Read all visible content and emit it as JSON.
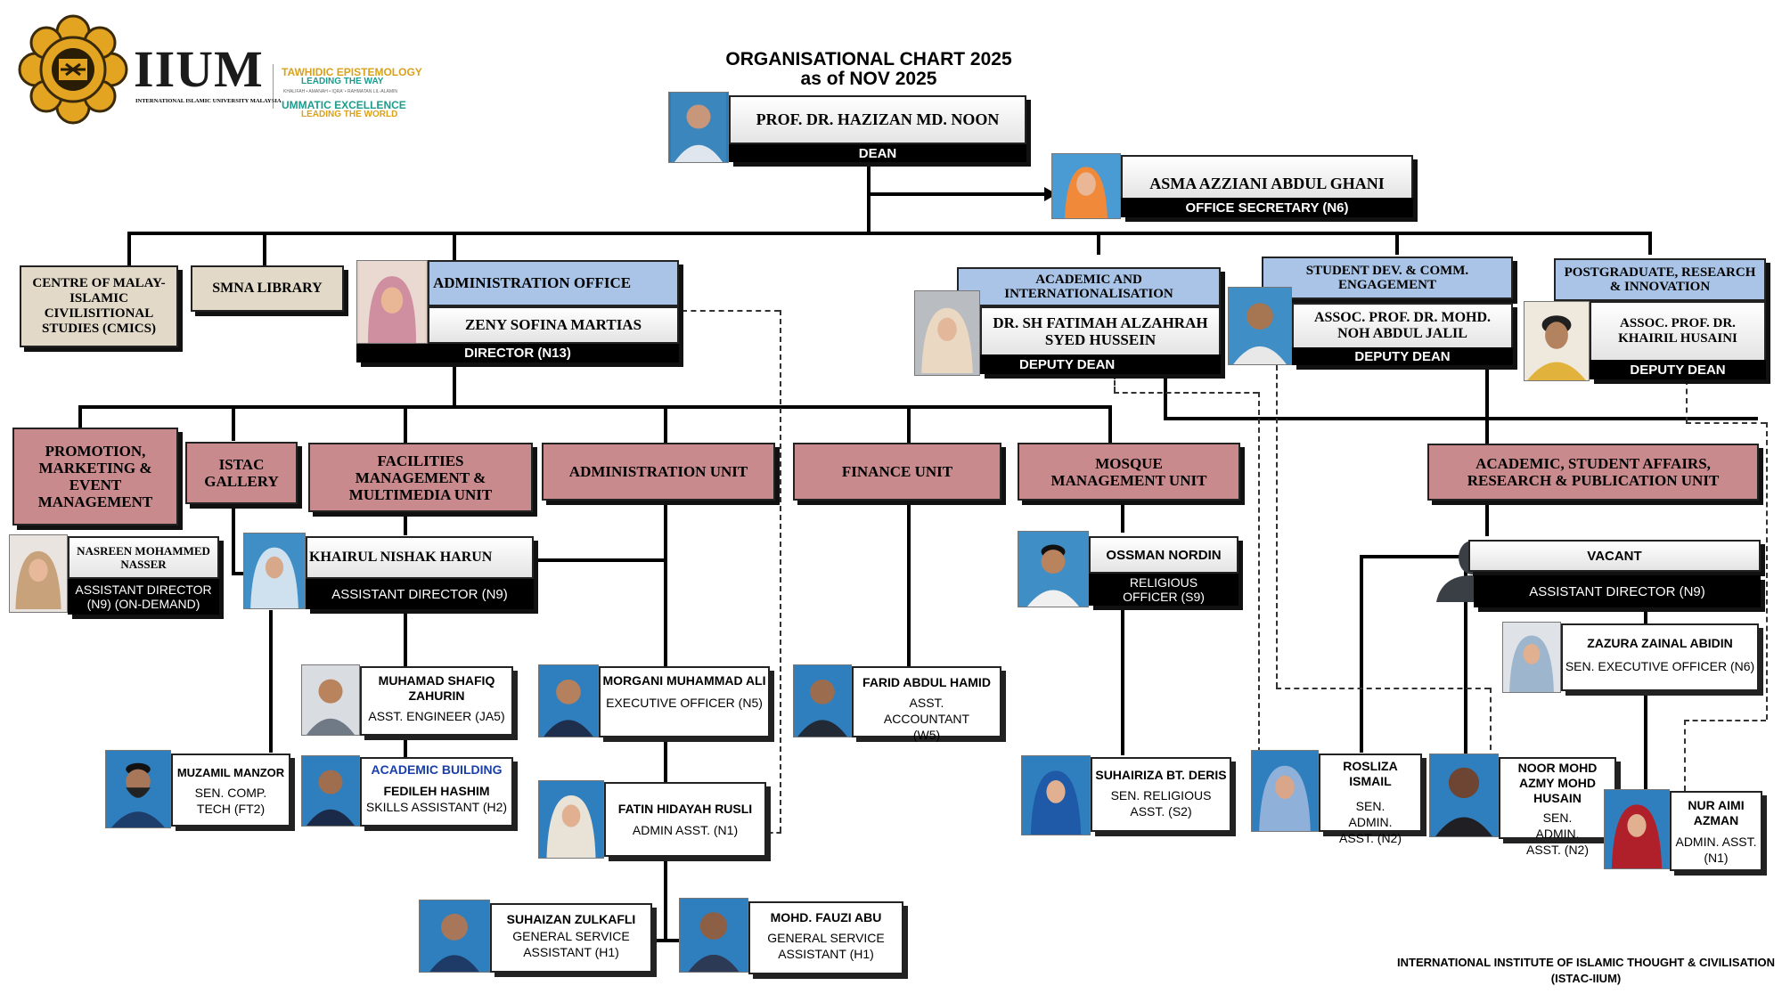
{
  "logo": {
    "name": "IIUM",
    "subtitle": "INTERNATIONAL ISLAMIC UNIVERSITY MALAYSIA",
    "tag1a": "TAWHIDIC EPISTEMOLOGY",
    "tag1b": "LEADING THE WAY",
    "tag_small": "KHALIFAH • AMANAH • IQRA' • RAHMATAN LIL-ALAMIN",
    "tag2a": "UMMATIC EXCELLENCE",
    "tag2b": "LEADING THE WORLD"
  },
  "title": {
    "line1": "ORGANISATIONAL CHART 2025",
    "line2": "as of NOV 2025"
  },
  "dean": {
    "name": "PROF. DR. HAZIZAN MD. NOON",
    "role": "DEAN"
  },
  "secretary": {
    "name": "ASMA AZZIANI ABDUL GHANI",
    "role": "OFFICE SECRETARY (N6)"
  },
  "cmics": "CENTRE OF MALAY-ISLAMIC CIVILISITIONAL STUDIES (CMICS)",
  "library": "SMNA LIBRARY",
  "admin_office": {
    "title": "ADMINISTRATION OFFICE",
    "name": "ZENY SOFINA MARTIAS",
    "role": "DIRECTOR (N13)"
  },
  "dd_academic": {
    "title": "ACADEMIC AND INTERNATIONALISATION",
    "name": "DR. SH FATIMAH ALZAHRAH SYED HUSSEIN",
    "role": "DEPUTY DEAN"
  },
  "dd_student": {
    "title": "STUDENT DEV. & COMM. ENGAGEMENT",
    "name": "ASSOC. PROF. DR. MOHD. NOH ABDUL JALIL",
    "role": "DEPUTY DEAN"
  },
  "dd_postgrad": {
    "title": "POSTGRADUATE, RESEARCH & INNOVATION",
    "name": "ASSOC. PROF. DR. KHAIRIL HUSAINI",
    "role": "DEPUTY DEAN"
  },
  "units": {
    "promotion": "PROMOTION, MARKETING & EVENT MANAGEMENT",
    "gallery": "ISTAC GALLERY",
    "facilities": "FACILITIES MANAGEMENT & MULTIMEDIA UNIT",
    "administration": "ADMINISTRATION UNIT",
    "finance": "FINANCE UNIT",
    "mosque": "MOSQUE MANAGEMENT UNIT",
    "academic": "ACADEMIC, STUDENT AFFAIRS, RESEARCH & PUBLICATION UNIT"
  },
  "staff": {
    "nasreen": {
      "name": "NASREEN MOHAMMED NASSER",
      "role": "ASSISTANT DIRECTOR (N9) (ON-DEMAND)"
    },
    "khairul": {
      "name": "KHAIRUL NISHAK HARUN",
      "role": "ASSISTANT DIRECTOR (N9)"
    },
    "shafiq": {
      "name": "MUHAMAD SHAFIQ ZAHURIN",
      "role": "ASST. ENGINEER (JA5)"
    },
    "muzamil": {
      "name": "MUZAMIL MANZOR",
      "role": "SEN. COMP. TECH (FT2)"
    },
    "fedileh": {
      "label": "ACADEMIC BUILDING",
      "name": "FEDILEH HASHIM",
      "role": "SKILLS ASSISTANT (H2)"
    },
    "morgani": {
      "name": "MORGANI MUHAMMAD ALI",
      "role": "EXECUTIVE OFFICER (N5)"
    },
    "fatin": {
      "name": "FATIN HIDAYAH RUSLI",
      "role": "ADMIN ASST. (N1)"
    },
    "suhaizan": {
      "name": "SUHAIZAN ZULKAFLI",
      "role": "GENERAL SERVICE ASSISTANT (H1)"
    },
    "fauzi": {
      "name": "MOHD. FAUZI ABU",
      "role": "GENERAL SERVICE ASSISTANT (H1)"
    },
    "farid": {
      "name": "FARID ABDUL HAMID",
      "role": "ASST. ACCOUNTANT (W5)"
    },
    "ossman": {
      "name": "OSSMAN NORDIN",
      "role": "RELIGIOUS OFFICER (S9)"
    },
    "suhairiza": {
      "name": "SUHAIRIZA BT. DERIS",
      "role": "SEN. RELIGIOUS ASST. (S2)"
    },
    "vacant": {
      "name": "VACANT",
      "role": "ASSISTANT DIRECTOR (N9)"
    },
    "zazura": {
      "name": "ZAZURA ZAINAL ABIDIN",
      "role": "SEN. EXECUTIVE OFFICER (N6)"
    },
    "rosliza": {
      "name": "ROSLIZA ISMAIL",
      "role": "SEN. ADMIN. ASST. (N2)"
    },
    "noor": {
      "name": "NOOR MOHD AZMY MOHD HUSAIN",
      "role": "SEN. ADMIN. ASST. (N2)"
    },
    "nuraimi": {
      "name": "NUR AIMI AZMAN",
      "role": "ADMIN. ASST. (N1)"
    }
  },
  "footer": {
    "line1": "INTERNATIONAL INSTITUTE OF ISLAMIC THOUGHT & CIVILISATION",
    "line2": "(ISTAC-IIUM)"
  }
}
